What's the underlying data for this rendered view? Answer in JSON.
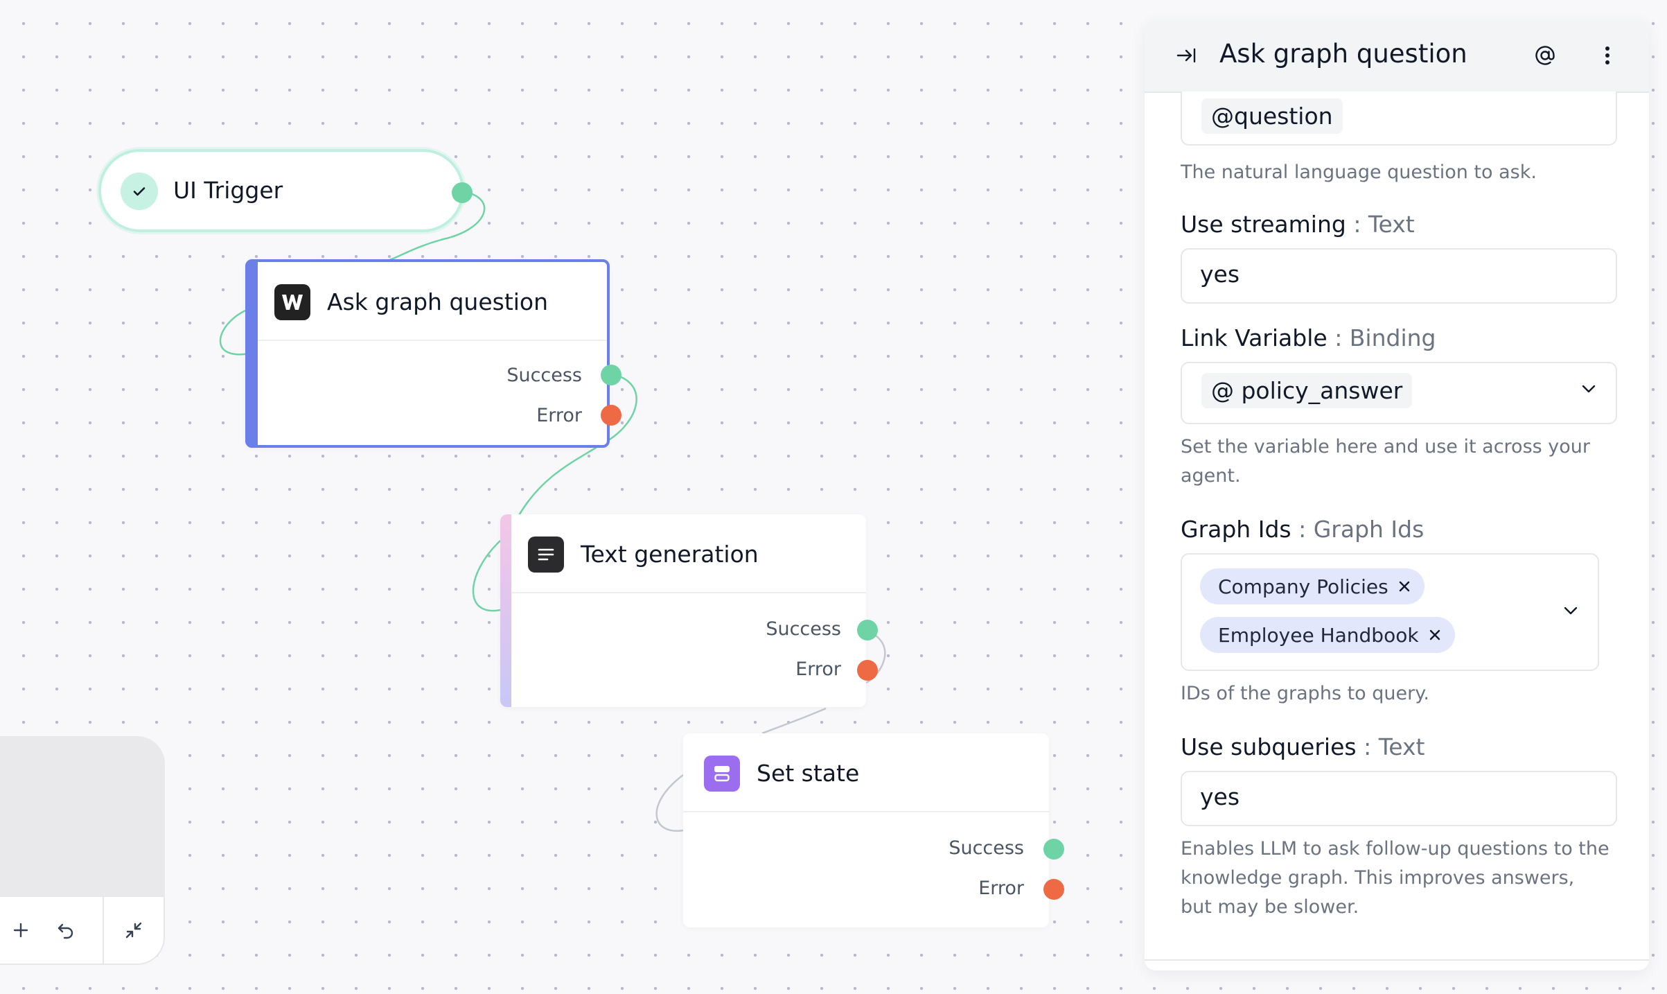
{
  "canvas": {
    "nodes": {
      "trigger": {
        "label": "UI Trigger"
      },
      "ask": {
        "title": "Ask graph question",
        "success": "Success",
        "error": "Error"
      },
      "text": {
        "title": "Text generation",
        "success": "Success",
        "error": "Error"
      },
      "state": {
        "title": "Set state",
        "success": "Success",
        "error": "Error"
      }
    },
    "toolbar": {
      "icons": [
        "plus-icon",
        "undo-icon",
        "collapse-icon"
      ]
    }
  },
  "panel": {
    "title": "Ask graph question",
    "question": {
      "value": "@question",
      "hint": "The natural language question to ask."
    },
    "streaming": {
      "label": "Use streaming",
      "type": ": Text",
      "value": "yes"
    },
    "link": {
      "label": "Link Variable",
      "type": ": Binding",
      "value": "@ policy_answer",
      "hint": "Set the variable here and use it across your agent."
    },
    "graph": {
      "label": "Graph Ids",
      "type": ": Graph Ids",
      "tags": [
        "Company Policies",
        "Employee Handbook"
      ],
      "hint": "IDs of the graphs to query."
    },
    "subqueries": {
      "label": "Use subqueries",
      "type": ": Text",
      "value": "yes",
      "hint": "Enables LLM to ask follow-up questions to the knowledge graph. This improves answers, but may be slower."
    }
  },
  "colors": {
    "success": "#6ed4a5",
    "error": "#ee6a45",
    "selected": "#6a7fe8",
    "trigger_border": "#bff0df",
    "state_icon": "#9b6ef0"
  }
}
